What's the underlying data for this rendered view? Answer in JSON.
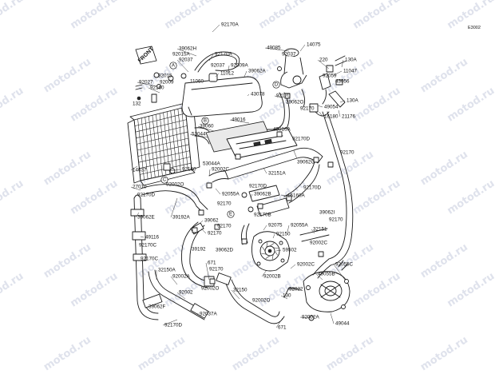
{
  "diagram_code": "E3002",
  "front_marker": "FRONT",
  "watermark_text": "motod.ru",
  "ref_markers": [
    "A",
    "B",
    "C",
    "D",
    "E"
  ],
  "part_labels": [
    {
      "id": "92170A",
      "text": "92170A"
    },
    {
      "id": "39062H",
      "text": "39062H"
    },
    {
      "id": "92015A",
      "text": "92015A"
    },
    {
      "id": "92037a",
      "text": "92037"
    },
    {
      "id": "92170Aa",
      "text": "92170A"
    },
    {
      "id": "92037b",
      "text": "92037"
    },
    {
      "id": "92009A",
      "text": "92009A"
    },
    {
      "id": "39062A",
      "text": "39062A"
    },
    {
      "id": "49085",
      "text": "49085"
    },
    {
      "id": "14075",
      "text": "14075"
    },
    {
      "id": "92037c",
      "text": "92037"
    },
    {
      "id": "220",
      "text": "220"
    },
    {
      "id": "130A",
      "text": "130A"
    },
    {
      "id": "11047",
      "text": "11047"
    },
    {
      "id": "92015b",
      "text": "92015"
    },
    {
      "id": "11012",
      "text": "11012"
    },
    {
      "id": "92027",
      "text": "92027"
    },
    {
      "id": "92009",
      "text": "92009"
    },
    {
      "id": "92160",
      "text": "92160"
    },
    {
      "id": "11060",
      "text": "11060"
    },
    {
      "id": "92059",
      "text": "92059"
    },
    {
      "id": "43056",
      "text": "43056"
    },
    {
      "id": "132",
      "text": "132"
    },
    {
      "id": "43078",
      "text": "43078"
    },
    {
      "id": "92170b",
      "text": "92170"
    },
    {
      "id": "39062Ob",
      "text": "39062O"
    },
    {
      "id": "49054",
      "text": "49054"
    },
    {
      "id": "130Ab",
      "text": "130A"
    },
    {
      "id": "92170c",
      "text": "92170"
    },
    {
      "id": "16180",
      "text": "16180"
    },
    {
      "id": "21176",
      "text": "21176"
    },
    {
      "id": "49016",
      "text": "49016"
    },
    {
      "id": "39060",
      "text": "39060"
    },
    {
      "id": "53044",
      "text": "53044"
    },
    {
      "id": "49016A",
      "text": "49016A"
    },
    {
      "id": "92170D",
      "text": "92170D"
    },
    {
      "id": "92170d",
      "text": "92170"
    },
    {
      "id": "53044A",
      "text": "53044A"
    },
    {
      "id": "14037",
      "text": "14037"
    },
    {
      "id": "92160b",
      "text": "92160"
    },
    {
      "id": "92002C",
      "text": "92002C"
    },
    {
      "id": "39062G",
      "text": "39062G"
    },
    {
      "id": "32151A",
      "text": "32151A"
    },
    {
      "id": "27010",
      "text": "27010"
    },
    {
      "id": "92002O",
      "text": "92002O"
    },
    {
      "id": "92055A",
      "text": "92055A"
    },
    {
      "id": "92170Db",
      "text": "92170D"
    },
    {
      "id": "39062B",
      "text": "39062B"
    },
    {
      "id": "16160A",
      "text": "16160A"
    },
    {
      "id": "92170Dc",
      "text": "92170D"
    },
    {
      "id": "92170Dd",
      "text": "92170D"
    },
    {
      "id": "92170e",
      "text": "92170"
    },
    {
      "id": "39062E",
      "text": "39062E"
    },
    {
      "id": "39192A",
      "text": "39192A"
    },
    {
      "id": "39062",
      "text": "39062"
    },
    {
      "id": "92170f",
      "text": "92170"
    },
    {
      "id": "92170B",
      "text": "92170B"
    },
    {
      "id": "39062I",
      "text": "39062I"
    },
    {
      "id": "92170g",
      "text": "92170"
    },
    {
      "id": "49116",
      "text": "49116"
    },
    {
      "id": "92170h",
      "text": "92170"
    },
    {
      "id": "92075",
      "text": "92075"
    },
    {
      "id": "92055Aa",
      "text": "92055A"
    },
    {
      "id": "32151",
      "text": "32151"
    },
    {
      "id": "92170C",
      "text": "92170C"
    },
    {
      "id": "39192",
      "text": "39192"
    },
    {
      "id": "39062D",
      "text": "39062D"
    },
    {
      "id": "92150",
      "text": "92150"
    },
    {
      "id": "59502",
      "text": "59502"
    },
    {
      "id": "92002Cb",
      "text": "92002C"
    },
    {
      "id": "671",
      "text": "671"
    },
    {
      "id": "92002Cc",
      "text": "92002C"
    },
    {
      "id": "92055C",
      "text": "92055C"
    },
    {
      "id": "92170Cb",
      "text": "92170C"
    },
    {
      "id": "92002A",
      "text": "92002A"
    },
    {
      "id": "92170i",
      "text": "92170"
    },
    {
      "id": "92002B",
      "text": "92002B"
    },
    {
      "id": "49055B",
      "text": "49055B"
    },
    {
      "id": "32150A",
      "text": "32150A"
    },
    {
      "id": "92002",
      "text": "92002"
    },
    {
      "id": "32150",
      "text": "32150"
    },
    {
      "id": "92022",
      "text": "92022"
    },
    {
      "id": "92002Ob",
      "text": "92002O"
    },
    {
      "id": "130",
      "text": "130"
    },
    {
      "id": "92002Oc",
      "text": "92002O"
    },
    {
      "id": "39062F",
      "text": "39062F"
    },
    {
      "id": "92037A",
      "text": "92037A"
    },
    {
      "id": "92002Ac",
      "text": "92002A"
    },
    {
      "id": "92170Dg",
      "text": "92170D"
    },
    {
      "id": "671b",
      "text": "671"
    },
    {
      "id": "49044",
      "text": "49044"
    }
  ]
}
